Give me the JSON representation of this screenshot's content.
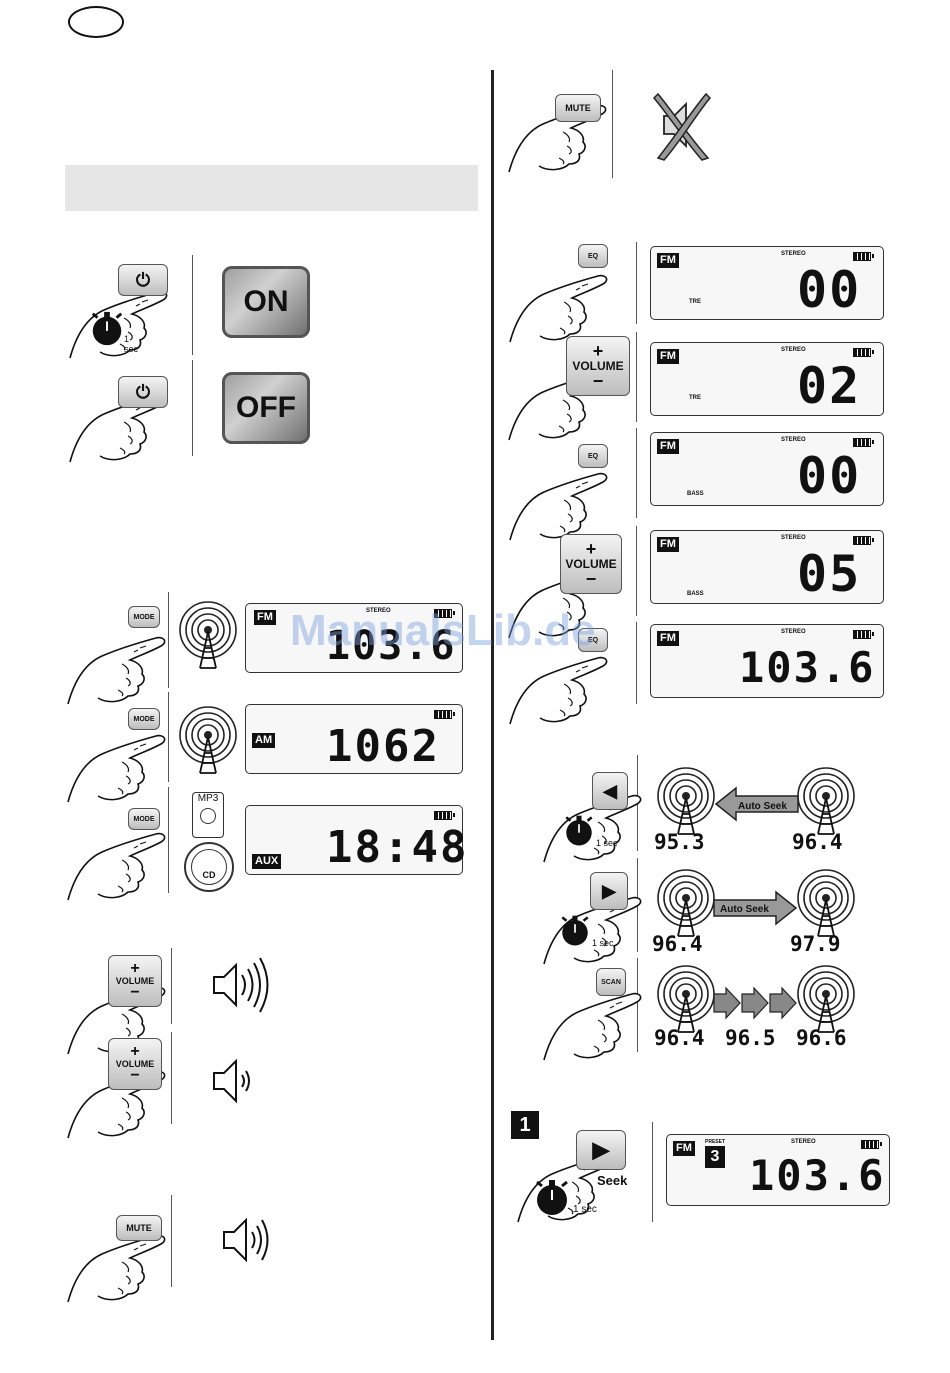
{
  "power": {
    "on_label": "ON",
    "off_label": "OFF",
    "hold_label": "1 sec"
  },
  "mode": {
    "button_label": "MODE",
    "fm": {
      "band": "FM",
      "stereo": "STEREO",
      "freq": "103.6"
    },
    "am": {
      "band": "AM",
      "freq": "1062"
    },
    "aux": {
      "band": "AUX",
      "time": "18:48",
      "mp3_label": "MP3",
      "cd_label": "CD"
    }
  },
  "volume": {
    "plus": "+",
    "label": "VOLUME",
    "minus": "−"
  },
  "mute": {
    "label": "MUTE"
  },
  "eq": {
    "button_label": "EQ",
    "displays": [
      {
        "band": "FM",
        "stereo": "STEREO",
        "sub": "TRE",
        "value": "00"
      },
      {
        "band": "FM",
        "stereo": "STEREO",
        "sub": "TRE",
        "value": "02"
      },
      {
        "band": "FM",
        "stereo": "STEREO",
        "sub": "BASS",
        "value": "00"
      },
      {
        "band": "FM",
        "stereo": "STEREO",
        "sub": "BASS",
        "value": "05"
      },
      {
        "band": "FM",
        "stereo": "STEREO",
        "sub": "",
        "value": "103.6"
      }
    ]
  },
  "seek": {
    "auto_seek_label": "Auto Seek",
    "hold_label": "1 sec",
    "back": {
      "from": "95.3",
      "to": "96.4"
    },
    "forward": {
      "from": "96.4",
      "to": "97.9"
    },
    "scan": {
      "label": "SCAN",
      "f1": "96.4",
      "f2": "96.5",
      "f3": "96.6"
    }
  },
  "preset": {
    "step": "1",
    "seek_label": "Seek",
    "hold_label": "1 sec",
    "display": {
      "band": "FM",
      "preset_label": "PRESET",
      "preset_num": "3",
      "stereo": "STEREO",
      "freq": "103.6"
    }
  },
  "watermark": "ManualsLib.de"
}
